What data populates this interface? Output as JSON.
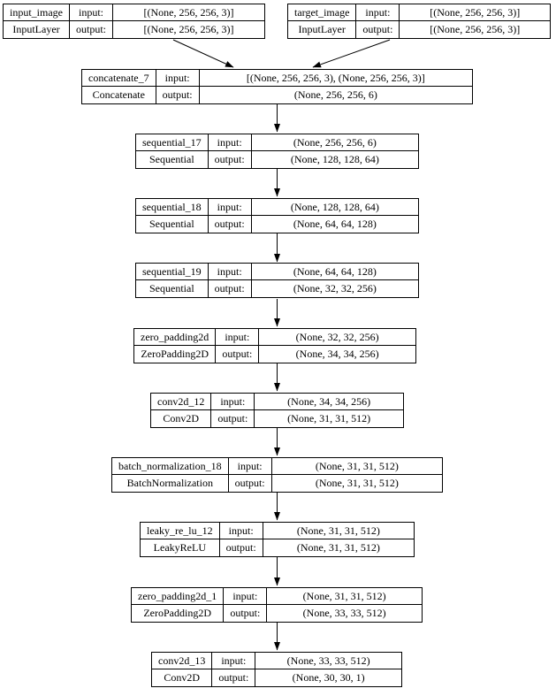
{
  "diagram": {
    "kind": "keras-model-plot",
    "labels": {
      "input": "input:",
      "output": "output:"
    },
    "nodes": [
      {
        "name": "input_image",
        "type": "InputLayer",
        "input": "[(None, 256, 256, 3)]",
        "output": "[(None, 256, 256, 3)]"
      },
      {
        "name": "target_image",
        "type": "InputLayer",
        "input": "[(None, 256, 256, 3)]",
        "output": "[(None, 256, 256, 3)]"
      },
      {
        "name": "concatenate_7",
        "type": "Concatenate",
        "input": "[(None, 256, 256, 3), (None, 256, 256, 3)]",
        "output": "(None, 256, 256, 6)"
      },
      {
        "name": "sequential_17",
        "type": "Sequential",
        "input": "(None, 256, 256, 6)",
        "output": "(None, 128, 128, 64)"
      },
      {
        "name": "sequential_18",
        "type": "Sequential",
        "input": "(None, 128, 128, 64)",
        "output": "(None, 64, 64, 128)"
      },
      {
        "name": "sequential_19",
        "type": "Sequential",
        "input": "(None, 64, 64, 128)",
        "output": "(None, 32, 32, 256)"
      },
      {
        "name": "zero_padding2d",
        "type": "ZeroPadding2D",
        "input": "(None, 32, 32, 256)",
        "output": "(None, 34, 34, 256)"
      },
      {
        "name": "conv2d_12",
        "type": "Conv2D",
        "input": "(None, 34, 34, 256)",
        "output": "(None, 31, 31, 512)"
      },
      {
        "name": "batch_normalization_18",
        "type": "BatchNormalization",
        "input": "(None, 31, 31, 512)",
        "output": "(None, 31, 31, 512)"
      },
      {
        "name": "leaky_re_lu_12",
        "type": "LeakyReLU",
        "input": "(None, 31, 31, 512)",
        "output": "(None, 31, 31, 512)"
      },
      {
        "name": "zero_padding2d_1",
        "type": "ZeroPadding2D",
        "input": "(None, 31, 31, 512)",
        "output": "(None, 33, 33, 512)"
      },
      {
        "name": "conv2d_13",
        "type": "Conv2D",
        "input": "(None, 33, 33, 512)",
        "output": "(None, 30, 30, 1)"
      }
    ]
  }
}
